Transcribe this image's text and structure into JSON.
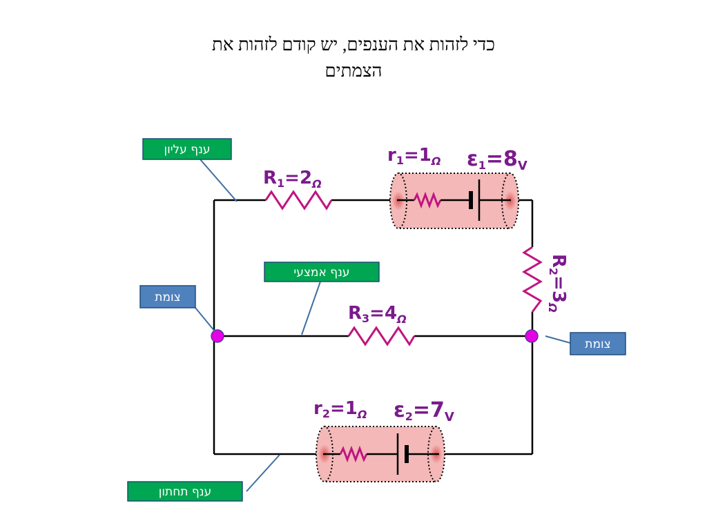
{
  "title": {
    "line1": "כדי לזהות את הענפים, יש קודם לזהות את",
    "line2": "הצמתים"
  },
  "callouts": {
    "top_branch": "ענף עליון",
    "middle_branch": "ענף אמצעי",
    "bottom_branch": "ענף תחתון",
    "junction_left": "צומת",
    "junction_right": "צומת"
  },
  "components": {
    "R1": {
      "symbol": "R",
      "index": "1",
      "eq": "=2",
      "unit": "Ω"
    },
    "r1": {
      "symbol": "r",
      "index": "1",
      "eq": "=1",
      "unit": "Ω"
    },
    "e1": {
      "symbol": "ε",
      "index": "1",
      "eq": "=8",
      "unit": "V"
    },
    "R2": {
      "symbol": "R",
      "index": "2",
      "eq": "=3",
      "unit": "Ω"
    },
    "R3": {
      "symbol": "R",
      "index": "3",
      "eq": "=4",
      "unit": "Ω"
    },
    "r2": {
      "symbol": "r",
      "index": "2",
      "eq": "=1",
      "unit": "Ω"
    },
    "e2": {
      "symbol": "ε",
      "index": "2",
      "eq": "=7",
      "unit": "V"
    }
  },
  "colors": {
    "wire": "#000000",
    "resistor": "#c0157f",
    "node": "#e600e6",
    "battery_fill": "#f4b8b8",
    "callout_green": "#00a651",
    "callout_blue": "#4f81bd",
    "label": "#7a1a8c"
  }
}
